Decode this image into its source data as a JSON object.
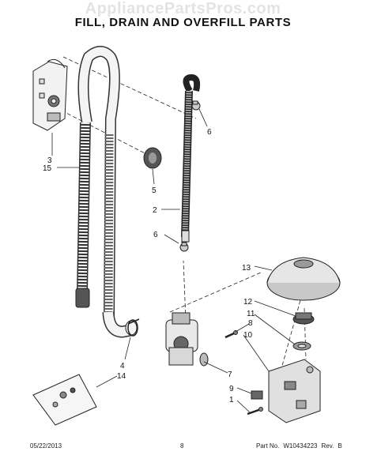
{
  "header": {
    "watermark": "AppliancePartsPros.com",
    "title": "FILL, DRAIN AND OVERFILL PARTS"
  },
  "callouts": [
    "3",
    "15",
    "5",
    "6",
    "2",
    "6",
    "13",
    "12",
    "11",
    "8",
    "10",
    "7",
    "4",
    "14",
    "9",
    "1"
  ],
  "footer": {
    "date": "05/22/2013",
    "page": "8",
    "part_label": "Part No.",
    "part_number": "W10434223",
    "rev_label": "Rev.",
    "rev": "B"
  }
}
